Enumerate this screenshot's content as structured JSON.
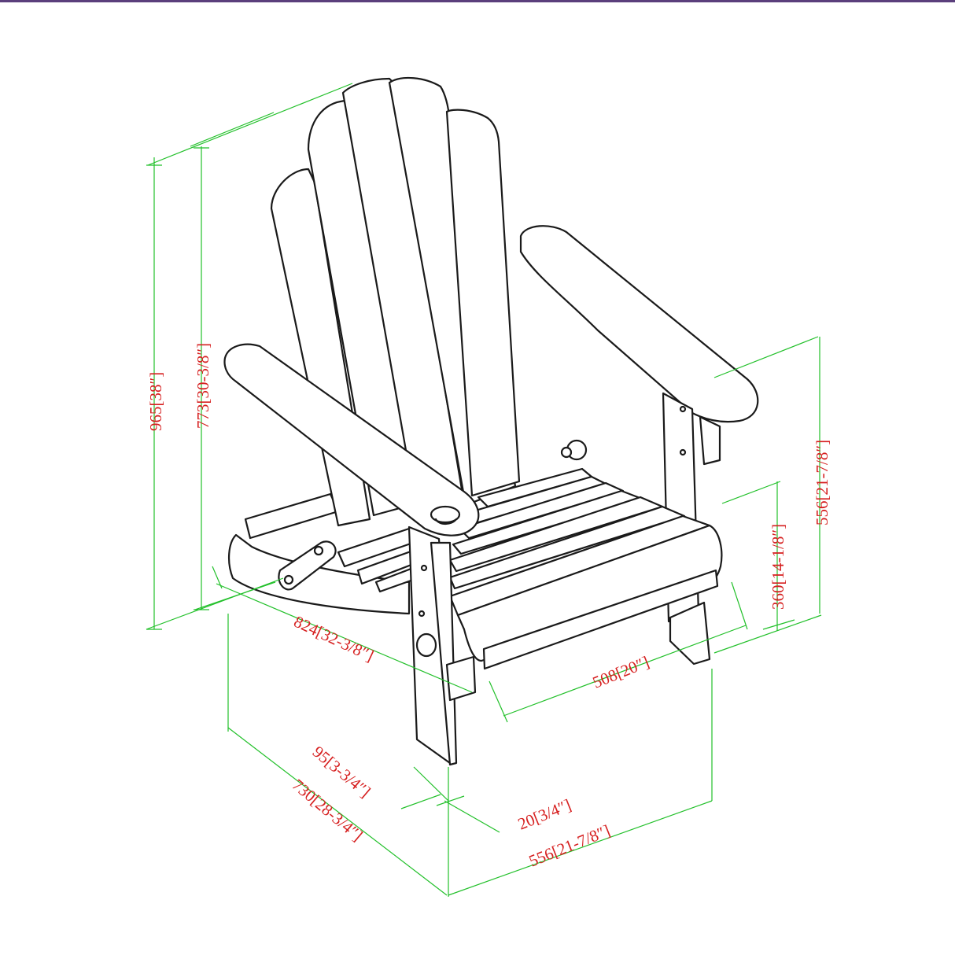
{
  "colors": {
    "outline": "#1a1a1a",
    "dimension_line": "#22c02a",
    "dimension_text": "#d62020",
    "top_rule": "#5b3f7c"
  },
  "dimensions": {
    "overall_height": "965[38″]",
    "back_height": "773[30-3/8″]",
    "arm_height": "556[21-7/8″]",
    "seat_height": "360[14-1/8″]",
    "overall_depth": "824[32-3/8″]",
    "seat_width": "508[20″]",
    "leg_depth": "95[3-3/4″]",
    "board_thickness": "20[3/4″]",
    "footprint_depth": "730[28-3/4″]",
    "overall_width": "556[21-7/8″]"
  }
}
